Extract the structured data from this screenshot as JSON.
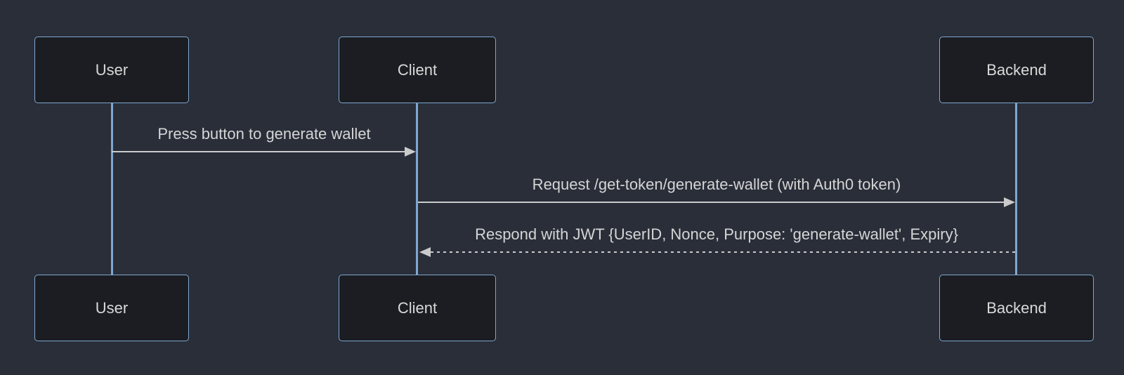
{
  "diagram": {
    "type": "sequence",
    "colors": {
      "background": "#292e39",
      "actor_fill": "#1b1d22",
      "actor_border": "#7ea7d1",
      "lifeline": "#7ea7d1",
      "arrow_line": "#cbcbcb",
      "message_text": "#d5d5d5",
      "actor_text": "#d9d9d9"
    },
    "actors": [
      {
        "id": "user",
        "label": "User"
      },
      {
        "id": "client",
        "label": "Client"
      },
      {
        "id": "backend",
        "label": "Backend"
      }
    ],
    "messages": [
      {
        "from": "User",
        "to": "Client",
        "label": "Press button to generate wallet",
        "line": "solid",
        "direction": "right"
      },
      {
        "from": "Client",
        "to": "Backend",
        "label": "Request /get-token/generate-wallet (with Auth0 token)",
        "line": "solid",
        "direction": "right"
      },
      {
        "from": "Backend",
        "to": "Client",
        "label": "Respond with JWT {UserID, Nonce, Purpose: 'generate-wallet', Expiry}",
        "line": "dotted",
        "direction": "left"
      }
    ]
  }
}
